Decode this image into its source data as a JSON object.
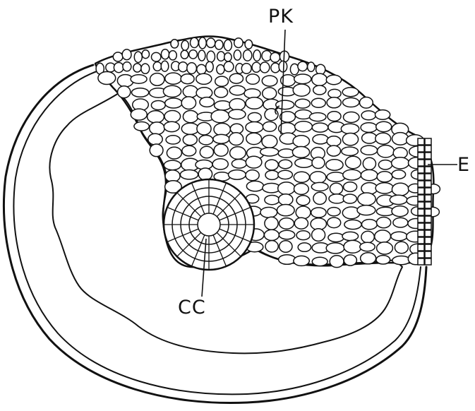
{
  "labels": {
    "parenchyma": "PK",
    "epidermis": "E",
    "central_cylinder": "CC"
  },
  "colors": {
    "ink": "#111111",
    "background": "#ffffff"
  }
}
